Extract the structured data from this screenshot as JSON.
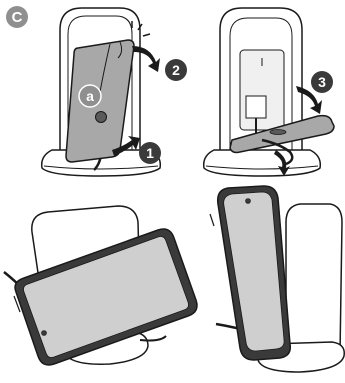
{
  "figure_label": "C",
  "panel_1": {
    "callout_label": "a",
    "steps": [
      "1",
      "2"
    ]
  },
  "panel_2": {
    "steps": [
      "3"
    ]
  },
  "colors": {
    "line": "#1a1a1a",
    "stand_fill": "#ffffff",
    "coil_cover_fill": "#a8a8a8",
    "coil_cover_dark": "#8a8a8a",
    "phone_body": "#3a3a3a",
    "screen": "#cfcfcf",
    "badge_dark": "#3a3a3a",
    "badge_light": "#8f8f8f"
  }
}
